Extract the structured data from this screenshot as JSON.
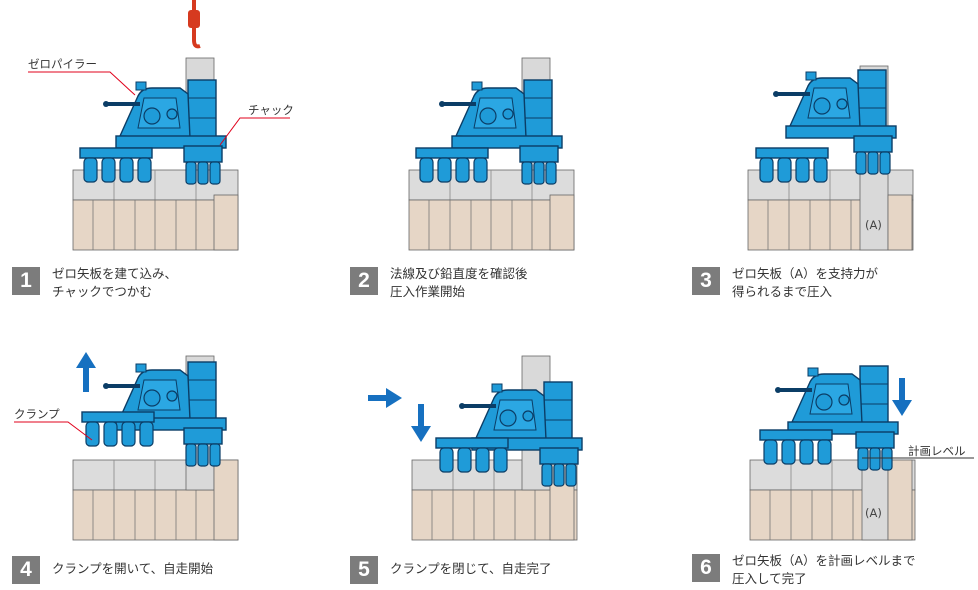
{
  "labels": {
    "zero_piler": "ゼロパイラー",
    "chuck": "チャック",
    "clamp": "クランプ",
    "plan_level": "計画レベル",
    "pile_a": "(A)"
  },
  "steps": [
    {
      "number": "1",
      "lines": [
        "ゼロ矢板を建て込み、",
        "チャックでつかむ"
      ]
    },
    {
      "number": "2",
      "lines": [
        "法線及び鉛直度を確認後",
        "圧入作業開始"
      ]
    },
    {
      "number": "3",
      "lines": [
        "ゼロ矢板（A）を支持力が",
        "得られるまで圧入"
      ]
    },
    {
      "number": "4",
      "lines": [
        "クランプを開いて、自走開始"
      ]
    },
    {
      "number": "5",
      "lines": [
        "クランプを閉じて、自走完了"
      ]
    },
    {
      "number": "6",
      "lines": [
        "ゼロ矢板（A）を計画レベルまで",
        "圧入して完了"
      ]
    }
  ],
  "colors": {
    "machine": "#1f9bd8",
    "machine_outline": "#0b3d66",
    "pile": "#d9d9d9",
    "ground": "#e6d6c6",
    "callout_line": "#e0001b",
    "arrow": "#1670c0",
    "hook": "#d63a1f",
    "badge": "#7c7c7c"
  }
}
